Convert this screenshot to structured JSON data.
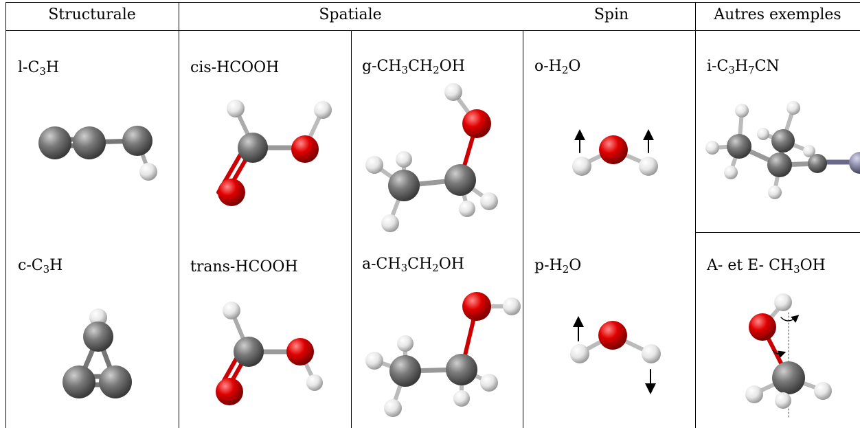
{
  "headers": {
    "structurale": "Structurale",
    "spatiale": "Spatiale",
    "spin": "Spin",
    "autres": "Autres exemples"
  },
  "labels": {
    "l_c3h": {
      "prefix": "l-C",
      "s1": "3",
      "mid": "H",
      "s2": "",
      "suffix": ""
    },
    "c_c3h": {
      "prefix": "c-C",
      "s1": "3",
      "mid": "H",
      "s2": "",
      "suffix": ""
    },
    "cis_hcooh": {
      "text": "cis-HCOOH"
    },
    "trans_hcooh": {
      "text": "trans-HCOOH"
    },
    "g_ethanol": {
      "a": "g-CH",
      "s1": "3",
      "b": "CH",
      "s2": "2",
      "c": "OH"
    },
    "a_ethanol": {
      "a": "a-CH",
      "s1": "3",
      "b": "CH",
      "s2": "2",
      "c": "OH"
    },
    "o_h2o": {
      "a": "o-H",
      "s1": "2",
      "b": "O"
    },
    "p_h2o": {
      "a": "p-H",
      "s1": "2",
      "b": "O"
    },
    "i_c3h7cn": {
      "a": "i-C",
      "s1": "3",
      "b": "H",
      "s2": "7",
      "c": "CN"
    },
    "ae_ch3oh": {
      "a": "A- et E- CH",
      "s1": "3",
      "b": "OH"
    }
  },
  "colors": {
    "carbon": "#6b6b6b",
    "oxygen": "#e00000",
    "hydrogen": "#eeeeee",
    "nitrogen": "#8a8aa8",
    "line": "#000000"
  }
}
